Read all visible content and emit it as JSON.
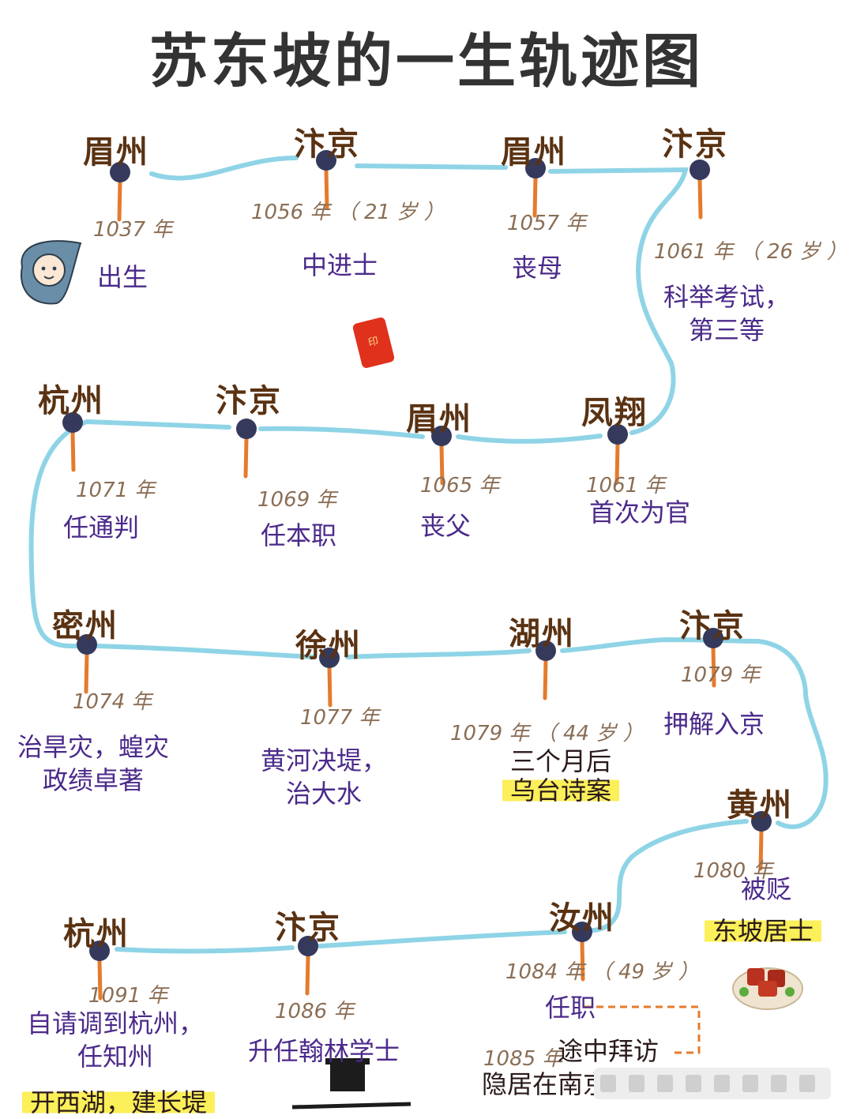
{
  "title": "苏东坡的一生轨迹图",
  "colors": {
    "route": "#8fd4e6",
    "dot": "#353a5c",
    "stem": "#e47b2c",
    "place": "#5a3212",
    "event": "#4b2a8a",
    "highlight": "#fbef5a"
  },
  "icons": {
    "baby": "baby-icon",
    "seal": "seal-stamp-icon",
    "dish": "braised-pork-icon",
    "gate": "gate-icon"
  },
  "seal_text": "印",
  "stops": [
    {
      "place": "眉州",
      "year": "1037 年",
      "event": [
        "出生"
      ]
    },
    {
      "place": "汴京",
      "year": "1056 年 （ 21 岁 ）",
      "event": [
        "中进士"
      ]
    },
    {
      "place": "眉州",
      "year": "1057 年",
      "event": [
        "丧母"
      ]
    },
    {
      "place": "汴京",
      "year": "1061 年 （ 26 岁 ）",
      "event": [
        "科举考试，",
        "第三等"
      ]
    },
    {
      "place": "凤翔",
      "year": "1061 年",
      "event": [
        "首次为官"
      ]
    },
    {
      "place": "眉州",
      "year": "1065 年",
      "event": [
        "丧父"
      ]
    },
    {
      "place": "汴京",
      "year": "1069 年",
      "event": [
        "任本职"
      ]
    },
    {
      "place": "杭州",
      "year": "1071 年",
      "event": [
        "任通判"
      ]
    },
    {
      "place": "密州",
      "year": "1074 年",
      "event": [
        "治旱灾，蝗灾",
        "政绩卓著"
      ]
    },
    {
      "place": "徐州",
      "year": "1077 年",
      "event": [
        "黄河决堤，",
        "治大水"
      ]
    },
    {
      "place": "湖州",
      "year": "1079 年 （ 44 岁 ）",
      "event": [
        "三个月后"
      ],
      "highlight": "乌台诗案"
    },
    {
      "place": "汴京",
      "year": "1079 年",
      "event": [
        "押解入京"
      ]
    },
    {
      "place": "黄州",
      "year": "1080 年",
      "event": [
        "被贬"
      ],
      "highlight": "东坡居士"
    },
    {
      "place": "汝州",
      "year": "1084 年 （ 49 岁 ）",
      "event": [
        "任职"
      ],
      "note_year": "1085 年",
      "note": "途中拜访",
      "note2": "隐居在南京"
    },
    {
      "place": "汴京",
      "year": "1086 年",
      "event": [
        "升任翰林学士"
      ]
    },
    {
      "place": "杭州",
      "year": "1091 年",
      "event": [
        "自请调到杭州，",
        "任知州"
      ],
      "highlight": "开西湖，建长堤"
    }
  ]
}
